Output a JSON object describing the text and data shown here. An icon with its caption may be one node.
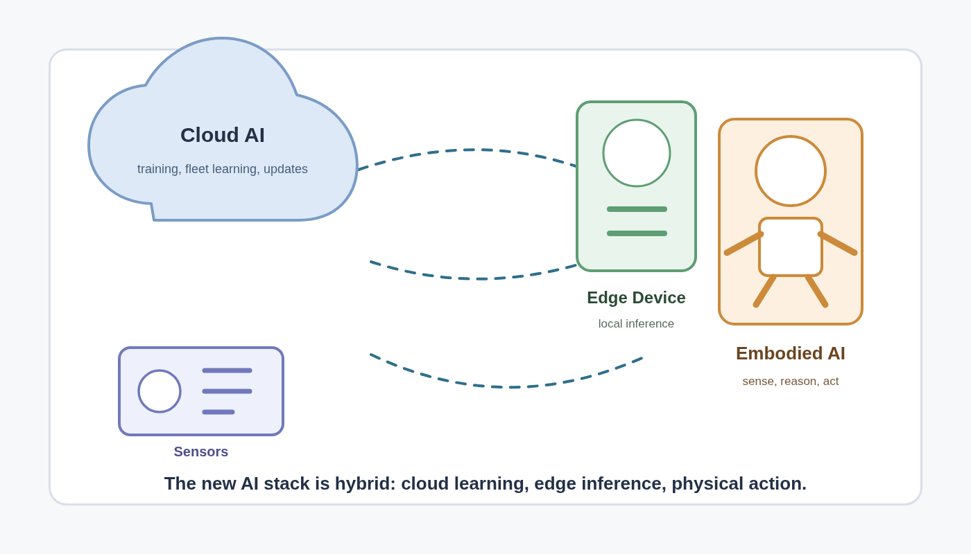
{
  "diagram": {
    "caption": "The new AI stack is hybrid: cloud learning, edge inference, physical action.",
    "nodes": [
      {
        "text": [
          "Cloud AI",
          "training, fleet learning, updates"
        ]
      },
      {
        "text": [
          "Edge Device",
          "local inference"
        ]
      },
      {
        "text": [
          "Embodied AI",
          "sense, reason, act"
        ]
      },
      {
        "text": [
          "Sensors"
        ]
      }
    ],
    "edges": [
      {
        "from": 0,
        "to": 1,
        "arrow": "none",
        "style": "dashed"
      },
      {
        "from": null,
        "to": 1,
        "arrow": "none",
        "style": "dashed"
      }
    ]
  }
}
